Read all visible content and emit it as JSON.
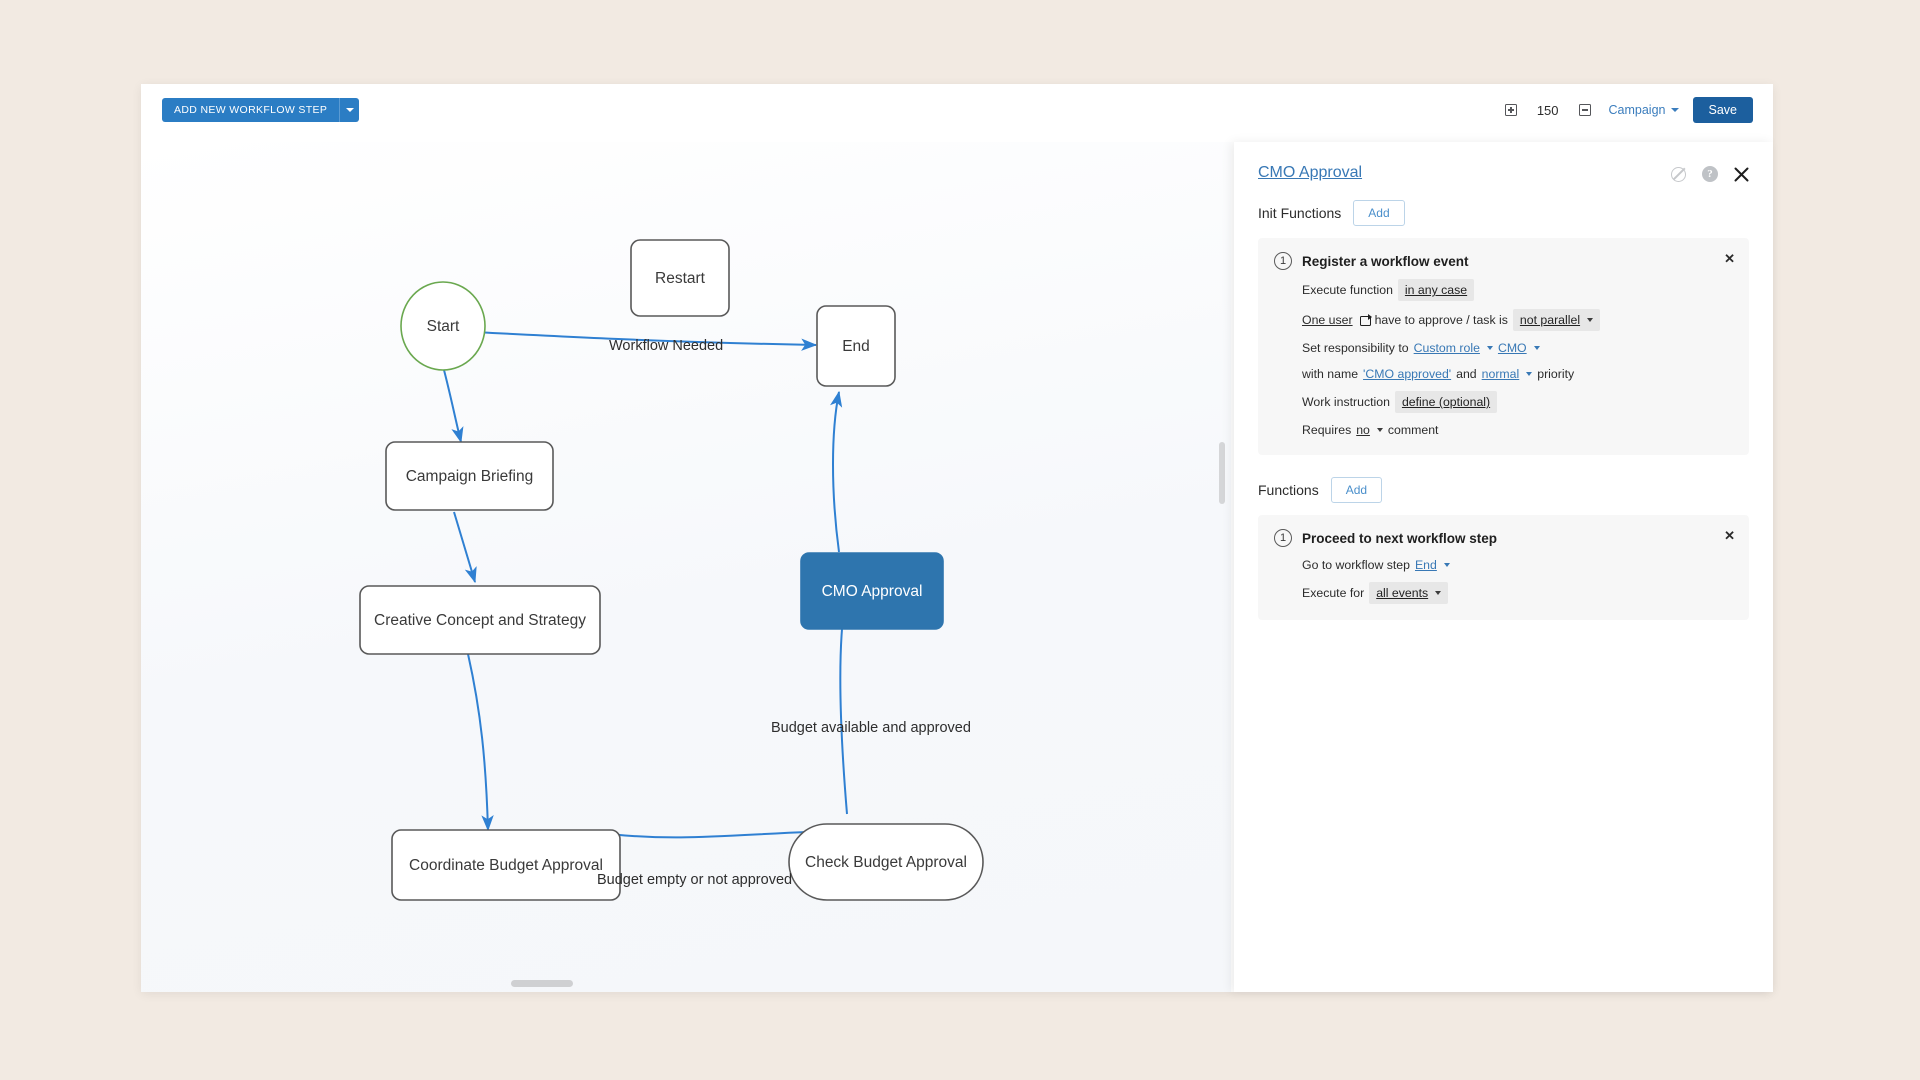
{
  "toolbar": {
    "add_step_label": "ADD NEW WORKFLOW STEP",
    "zoom_in_icon": "zoom-in-icon",
    "zoom_value": "150",
    "zoom_out_icon": "zoom-out-icon",
    "workflow_select": "Campaign",
    "save_label": "Save"
  },
  "diagram": {
    "nodes": [
      {
        "id": "start",
        "label": "Start",
        "shape": "circle",
        "selected": false
      },
      {
        "id": "restart",
        "label": "Restart",
        "shape": "rounded",
        "selected": false
      },
      {
        "id": "end",
        "label": "End",
        "shape": "rounded",
        "selected": false
      },
      {
        "id": "briefing",
        "label": "Campaign Briefing",
        "shape": "rounded",
        "selected": false
      },
      {
        "id": "creative",
        "label": "Creative Concept and Strategy",
        "shape": "rounded",
        "selected": false
      },
      {
        "id": "coord",
        "label": "Coordinate Budget Approval",
        "shape": "rounded",
        "selected": false
      },
      {
        "id": "check",
        "label": "Check Budget Approval",
        "shape": "stadium",
        "selected": false
      },
      {
        "id": "cmo",
        "label": "CMO Approval",
        "shape": "rounded",
        "selected": true
      }
    ],
    "edges": [
      {
        "from": "start",
        "to": "end",
        "label": "Workflow Needed"
      },
      {
        "from": "start",
        "to": "briefing",
        "label": ""
      },
      {
        "from": "briefing",
        "to": "creative",
        "label": ""
      },
      {
        "from": "creative",
        "to": "coord",
        "label": ""
      },
      {
        "from": "coord",
        "to": "check",
        "label": "Budget empty or not approved"
      },
      {
        "from": "check",
        "to": "cmo",
        "label": "Budget available and approved"
      },
      {
        "from": "cmo",
        "to": "end",
        "label": ""
      }
    ]
  },
  "panel": {
    "title": "CMO Approval",
    "icons": {
      "disable": "no-entry-icon",
      "help": "help-icon",
      "close": "close-icon"
    },
    "init_functions": {
      "label": "Init Functions",
      "add_label": "Add",
      "cards": [
        {
          "number": "1",
          "title": "Register a workflow event",
          "rows": [
            {
              "prefix": "Execute function",
              "chip": "in any case"
            },
            {
              "lead_link": "One user",
              "icon": "repeat-icon",
              "mid": "have to approve / task is",
              "chip": "not parallel",
              "chip_caret": true
            },
            {
              "prefix": "Set responsibility to",
              "link1": "Custom role",
              "link2": "CMO"
            },
            {
              "prefix": "with name",
              "link1": "'CMO approved'",
              "mid": "and",
              "link2": "normal",
              "suffix": "priority"
            },
            {
              "prefix": "Work instruction",
              "chip": "define (optional)"
            },
            {
              "prefix": "Requires",
              "link1": "no",
              "suffix": "comment"
            }
          ]
        }
      ]
    },
    "functions": {
      "label": "Functions",
      "add_label": "Add",
      "cards": [
        {
          "number": "1",
          "title": "Proceed to next workflow step",
          "rows": [
            {
              "prefix": "Go to workflow step",
              "link1": "End"
            },
            {
              "prefix": "Execute for",
              "chip": "all events",
              "chip_caret": true
            }
          ]
        }
      ]
    }
  },
  "colors": {
    "accent_blue": "#2b7dc4",
    "save_blue": "#1c5f9e",
    "selected_node": "#2e75ae",
    "edge_blue": "#2f80d2",
    "start_green": "#6aa84f",
    "page_bg": "#f2eae2"
  }
}
